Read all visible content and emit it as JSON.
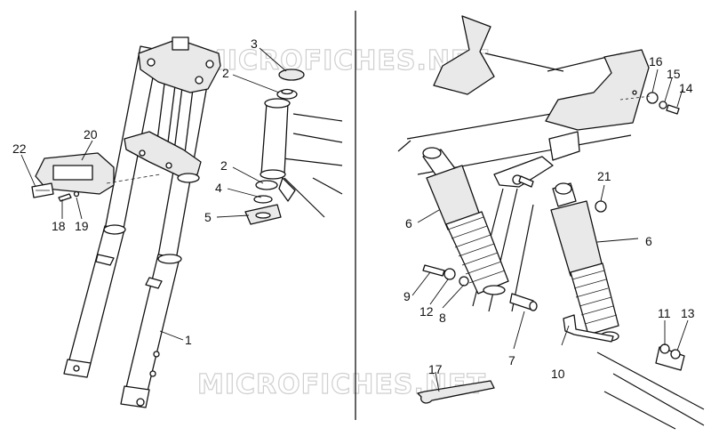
{
  "watermark": {
    "text_top": "MICROFICHES.NET",
    "text_bottom": "MICROFICHES.NET",
    "color": "#cfcfcf"
  },
  "callouts": {
    "c1": "1",
    "c2a": "2",
    "c2b": "2",
    "c3": "3",
    "c4": "4",
    "c5": "5",
    "c6a": "6",
    "c6b": "6",
    "c7": "7",
    "c8": "8",
    "c9": "9",
    "c10": "10",
    "c11": "11",
    "c12": "12",
    "c13": "13",
    "c14": "14",
    "c15": "15",
    "c16": "16",
    "c17": "17",
    "c18": "18",
    "c19": "19",
    "c20": "20",
    "c21": "21",
    "c22": "22"
  }
}
